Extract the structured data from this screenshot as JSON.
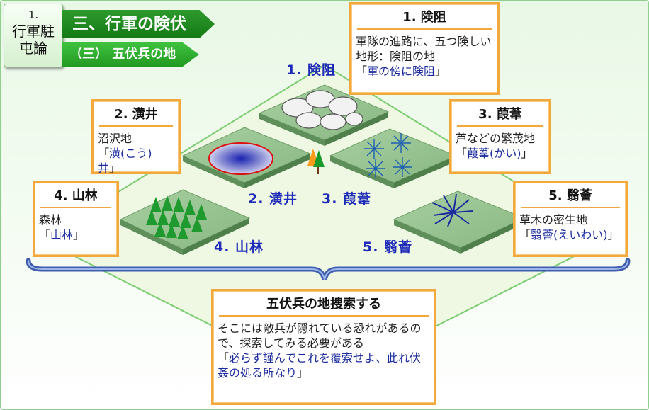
{
  "header": {
    "section_number": "1.",
    "section_title": "行軍駐屯論",
    "chapter_title": "三、行軍の険伏",
    "subsection_title": "（三） 五伏兵の地"
  },
  "terrain_labels": [
    "1. 険阻",
    "2. 潢井",
    "3. 葭葦",
    "4. 山林",
    "5. 翳薈"
  ],
  "callouts": [
    {
      "head": "1. 険阻",
      "body": "軍隊の進路に、五つ険しい地形：険阻の地",
      "quote": "軍の傍に険阻"
    },
    {
      "head": "2. 潢井",
      "body": "沼沢地",
      "quote": "潢(こう)井"
    },
    {
      "head": "3. 葭葦",
      "body": "芦などの繁茂地",
      "quote": "葭葦(かい)"
    },
    {
      "head": "4. 山林",
      "body": "森林",
      "quote": "山林"
    },
    {
      "head": "5. 翳薈",
      "body": "草木の密生地",
      "quote": "翳薈(えいわい)"
    }
  ],
  "summary": {
    "head": "五伏兵の地捜索する",
    "body": "そこには敵兵が隠れている恐れがあるので、探索してみる必要がある",
    "quote": "必らず謹んでこれを覆索せよ、此れ伏姦の処る所なり"
  },
  "colors": {
    "banner_dark": "#1a8a1a",
    "banner_light": "#2eb02e",
    "callout_border": "#f3a83c",
    "label_blue": "#1e2ab8",
    "plot_green": "#8fbf8a"
  }
}
